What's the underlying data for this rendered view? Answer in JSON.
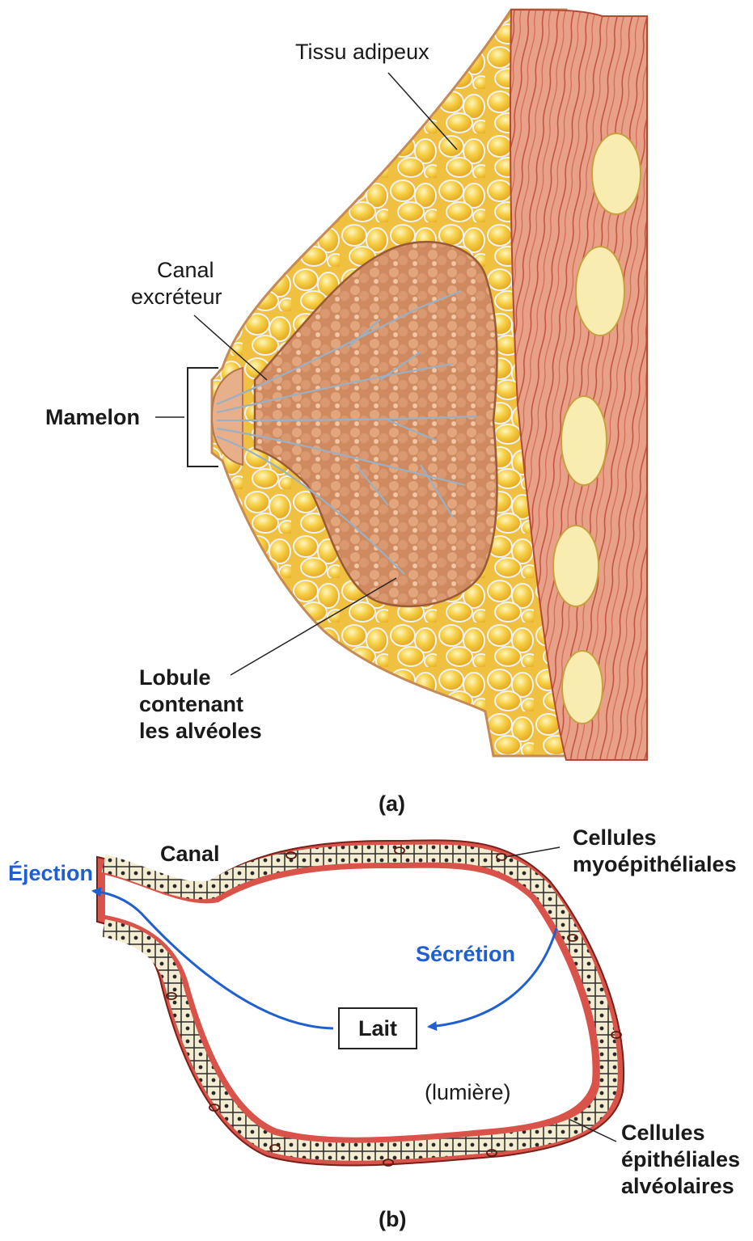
{
  "panel_a": {
    "tag": "(a)",
    "labels": {
      "tissu_adipeux": "Tissu adipeux",
      "canal_excreteur_line1": "Canal",
      "canal_excreteur_line2": "excréteur",
      "mamelon": "Mamelon",
      "lobule_line1": "Lobule",
      "lobule_line2": "contenant",
      "lobule_line3": "les alvéoles"
    }
  },
  "panel_b": {
    "tag": "(b)",
    "labels": {
      "canal": "Canal",
      "ejection": "Éjection",
      "secretion": "Sécrétion",
      "lait": "Lait",
      "lumiere": "(lumière)",
      "myo_line1": "Cellules",
      "myo_line2": "myoépithéliales",
      "epi_line1": "Cellules",
      "epi_line2": "épithéliales",
      "epi_line3": "alvéolaires"
    }
  },
  "colors": {
    "fat": "#f2c230",
    "fat_light": "#fbe07a",
    "gland": "#d9956a",
    "muscle": "#d9826a",
    "myoepithelial": "#d9534a",
    "epithelial": "#f3ecd0",
    "arrow": "#1f5fd0"
  }
}
